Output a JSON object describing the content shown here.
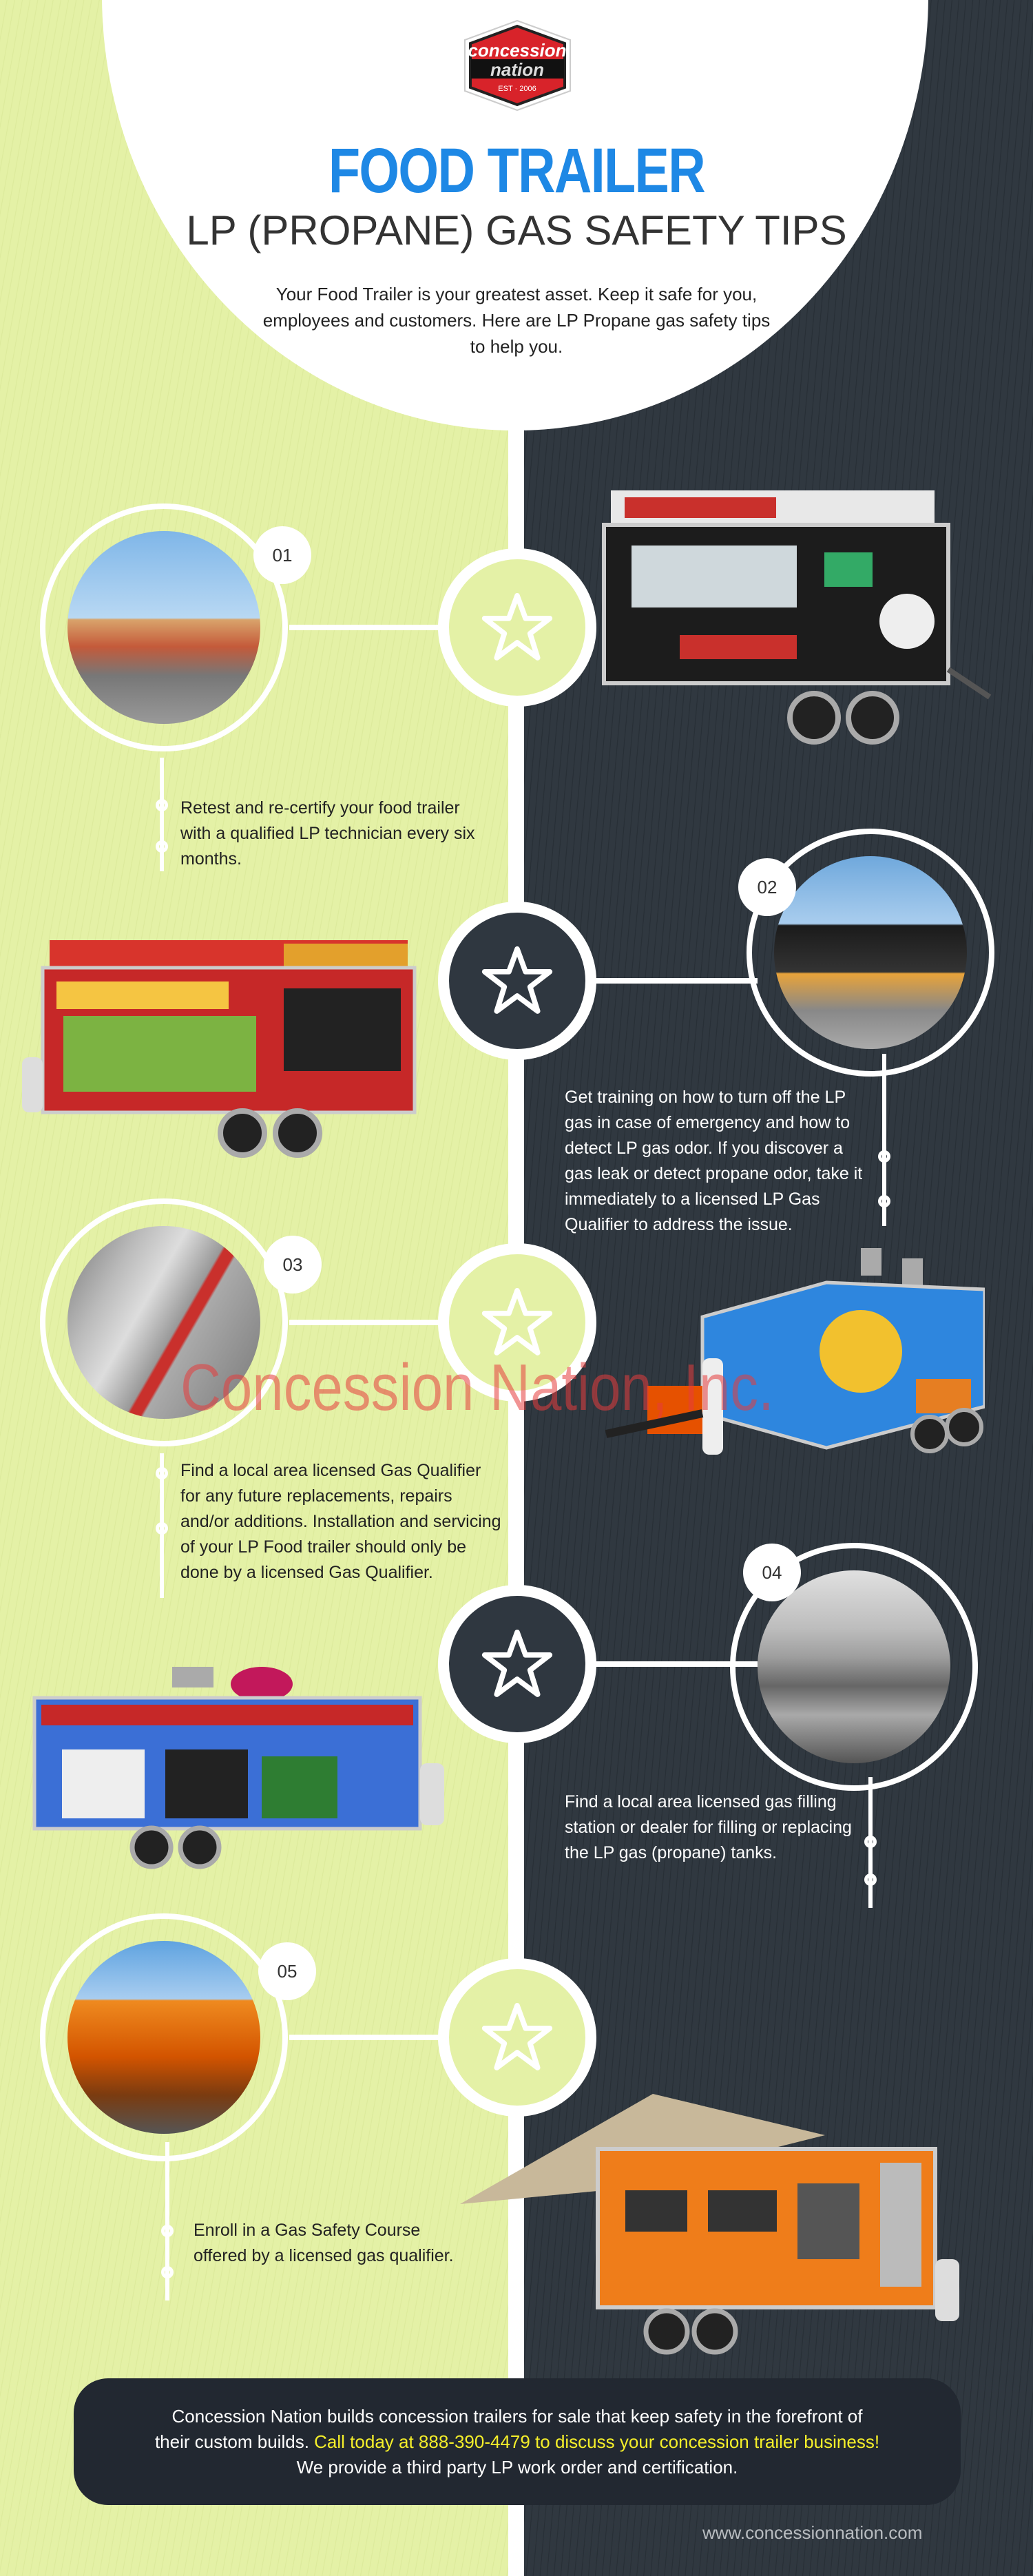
{
  "logo": {
    "line1": "concession",
    "line2": "nation",
    "est": "EST 2006"
  },
  "header": {
    "title": "FOOD TRAILER",
    "subtitle": "LP (PROPANE) GAS SAFETY TIPS",
    "intro": "Your Food Trailer is your greatest asset. Keep it safe for you, employees and customers. Here are LP Propane gas safety tips to help you."
  },
  "watermark": "Concession Nation, Inc.",
  "steps": [
    {
      "number": "01",
      "text": "Retest and re-certify your food trailer with a qualified LP technician every six months."
    },
    {
      "number": "02",
      "text": "Get training on how to turn off the LP gas in case of emergency and how to detect LP gas odor. If you discover a gas leak or detect propane odor, take it immediately to a licensed LP Gas Qualifier to address the issue."
    },
    {
      "number": "03",
      "text": "Find a local area licensed Gas Qualifier for any future replacements, repairs and/or additions. Installation and servicing of your LP Food trailer should only be done by a licensed Gas Qualifier."
    },
    {
      "number": "04",
      "text": "Find a local area licensed gas filling station or dealer for filling or replacing the LP gas (propane) tanks."
    },
    {
      "number": "05",
      "text": "Enroll in a Gas Safety Course offered by a licensed gas qualifier."
    }
  ],
  "footer": {
    "text_before": "Concession Nation builds concession trailers for sale that keep safety in the forefront of their custom builds. ",
    "highlight": "Call today at 888-390-4479 to discuss your concession trailer business!",
    "text_after": " We provide a third party LP work order and certification.",
    "url": "www.concessionnation.com"
  },
  "colors": {
    "accent_blue": "#1e88e5",
    "light_green": "#e4f1a6",
    "dark_slate": "#2f3740",
    "highlight_yellow": "#f5ef2a",
    "logo_red": "#d8232a"
  }
}
